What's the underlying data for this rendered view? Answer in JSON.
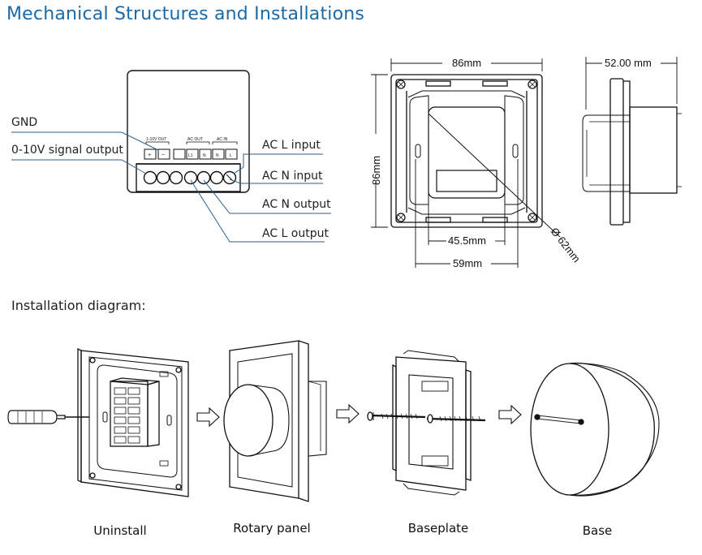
{
  "page": {
    "title": "Mechanical Structures and Installations",
    "install_heading": "Installation diagram:"
  },
  "wiring": {
    "header_labels": [
      "1-10V OUT",
      "AC OUT",
      "AC IN"
    ],
    "terminal_marks": [
      "+",
      "−",
      "",
      "L1",
      "N",
      "N",
      "L"
    ],
    "labels": {
      "gnd": "GND",
      "signal": "0-10V signal output",
      "ac_l_input": "AC L input",
      "ac_n_input": "AC N input",
      "ac_n_output": "AC N output",
      "ac_l_output": "AC L output"
    }
  },
  "front_view": {
    "width": "86mm",
    "height": "86mm",
    "inner_width": "45.5mm",
    "mount_spacing": "59mm",
    "diameter": "Ø 62mm"
  },
  "side_view": {
    "depth": "52.00 mm"
  },
  "install_steps": [
    {
      "caption": "Uninstall"
    },
    {
      "caption": "Rotary panel"
    },
    {
      "caption": "Baseplate"
    },
    {
      "caption": "Base"
    }
  ],
  "colors": {
    "title": "#1b6aa8",
    "leader_lines": "#2c5f8a",
    "line_art": "#111111"
  }
}
